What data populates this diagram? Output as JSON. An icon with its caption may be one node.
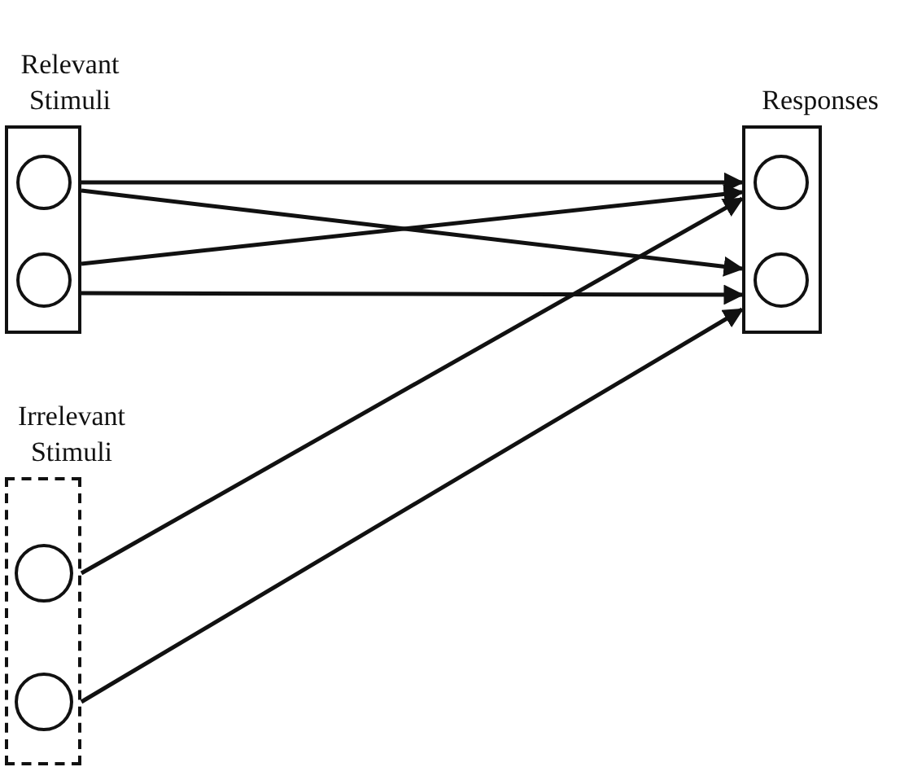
{
  "diagram": {
    "nodes": [
      {
        "text": [
          "Relevant Stimuli"
        ]
      },
      {
        "text": [],
        "shape": "circle",
        "in": 0
      },
      {
        "text": [],
        "shape": "circle",
        "in": 0
      },
      {
        "text": [
          "Responses"
        ]
      },
      {
        "text": [],
        "shape": "circle",
        "in": 3
      },
      {
        "text": [],
        "shape": "circle",
        "in": 3
      },
      {
        "text": [
          "Irrelevant Stimuli"
        ]
      },
      {
        "text": [],
        "shape": "circle",
        "in": 6
      },
      {
        "text": [],
        "shape": "circle",
        "in": 6
      }
    ],
    "edges": [
      {
        "from": 1,
        "to": 4,
        "arrow": "to"
      },
      {
        "from": 1,
        "to": 5,
        "arrow": "to"
      },
      {
        "from": 2,
        "to": 4,
        "arrow": "to"
      },
      {
        "from": 2,
        "to": 5,
        "arrow": "to"
      },
      {
        "from": 7,
        "to": 4,
        "arrow": "to"
      },
      {
        "from": 8,
        "to": 5,
        "arrow": "to"
      }
    ]
  }
}
